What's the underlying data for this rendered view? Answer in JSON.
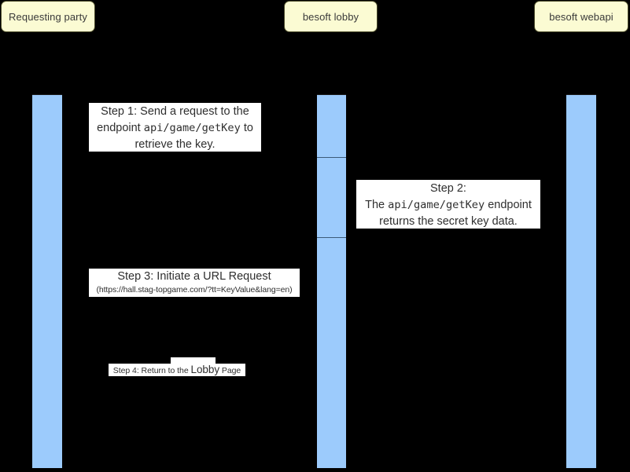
{
  "diagram": {
    "type": "sequence-diagram",
    "background_color": "#000000",
    "participant_fill": "#fbfbd3",
    "activation_fill": "#9ccbfc",
    "message_box_fill": "#ffffff"
  },
  "participants": [
    {
      "id": "requesting-party",
      "label": "Requesting party"
    },
    {
      "id": "besoft-lobby",
      "label": "besoft lobby"
    },
    {
      "id": "besoft-webapi",
      "label": "besoft webapi"
    }
  ],
  "messages": [
    {
      "id": "step1",
      "step": "Step 1:",
      "line1": "Step 1: Send a request to the",
      "line2_pre": "endpoint",
      "line2_code": "api/game/getKey",
      "line2_post": "to",
      "line3": "retrieve the key.",
      "from": "requesting-party",
      "to": "besoft-lobby"
    },
    {
      "id": "step2",
      "line1": "Step 2:",
      "line2_pre": "The",
      "line2_code": "api/game/getKey",
      "line2_post": "endpoint",
      "line3": "returns the secret key data.",
      "from": "besoft-lobby",
      "to": "besoft-webapi"
    },
    {
      "id": "step3",
      "line1": "Step 3: Initiate a URL Request",
      "line2": "(https://hall.stag-topgame.com/?tt=KeyValue&lang=en)",
      "from": "besoft-lobby",
      "to": "requesting-party"
    },
    {
      "id": "step4",
      "prefix": "Step 4: Return to the ",
      "emphasis": "Lobby",
      "suffix": " Page",
      "from": "besoft-lobby",
      "to": "requesting-party"
    }
  ]
}
